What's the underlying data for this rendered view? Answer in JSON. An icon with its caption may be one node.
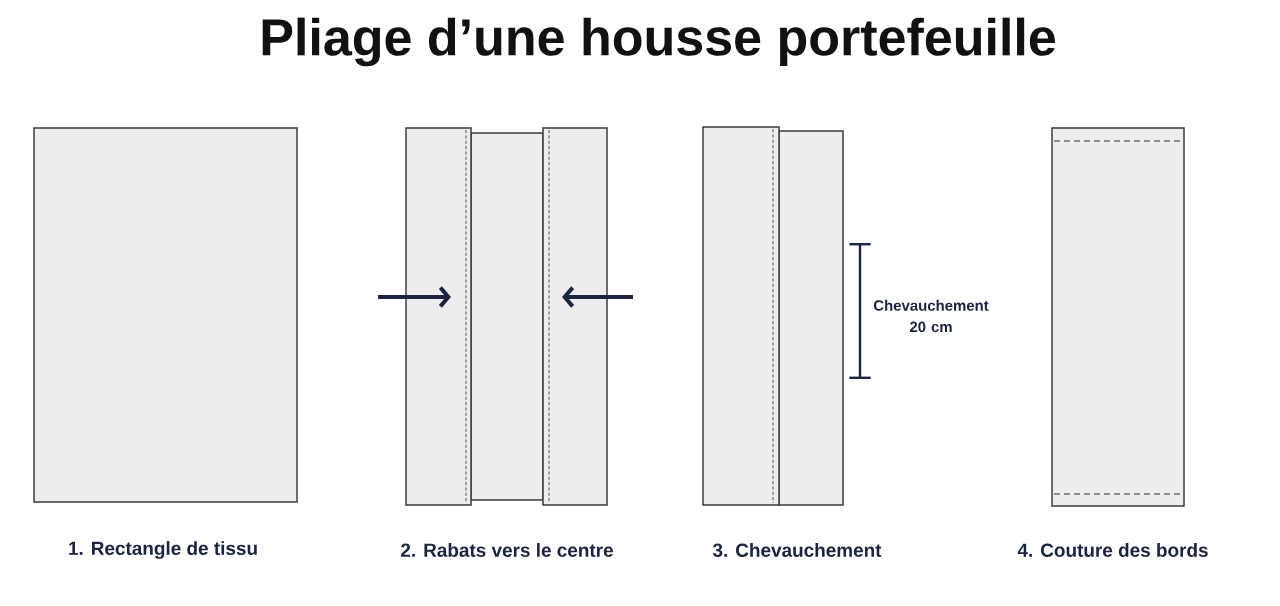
{
  "diagram": {
    "title": "Pliage d’une housse portefeuille",
    "nodes": [
      {
        "text": [],
        "shape": "box",
        "beside": [
          "1. Rectangle de tissu"
        ]
      },
      {
        "text": [],
        "shape": "box",
        "beside": [
          "2. Rabats vers le centre"
        ]
      },
      {
        "text": [],
        "shape": "box",
        "beside": [
          "3. Chevauchement"
        ]
      },
      {
        "text": [],
        "shape": "box",
        "beside": [
          "4. Couture des bords"
        ]
      }
    ],
    "labels": [
      "Chevauchement 20 cm"
    ]
  }
}
